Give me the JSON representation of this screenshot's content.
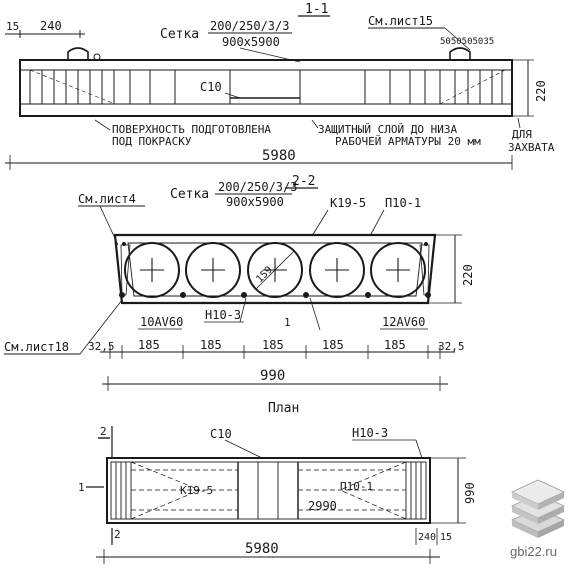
{
  "section_1": {
    "title": "1-1",
    "mesh_label": "Сетка",
    "mesh_spec_top": "200/250/3/3",
    "mesh_spec_bottom": "900x5900",
    "ref_sheet": "См.лист15",
    "end_dim_15": "15",
    "end_dim_240": "240",
    "spacing_note": "5050505035",
    "height_220": "220",
    "mesh_c10": "С10",
    "surface_note_1": "ПОВЕРХНОСТЬ ПОДГОТОВЛЕНА",
    "surface_note_2": "ПОД ПОКРАСКУ",
    "cover_note_1": "ЗАЩИТНЫЙ СЛОЙ ДО НИЗА",
    "cover_note_2": "РАБОЧЕЙ АРМАТУРЫ 20 мм",
    "grip_note_1": "ДЛЯ",
    "grip_note_2": "ЗАХВАТА",
    "length_5980": "5980"
  },
  "section_2": {
    "title": "2-2",
    "mesh_label": "Сетка",
    "mesh_spec_top": "200/250/3/3",
    "mesh_spec_bottom": "900x5900",
    "ref_sheet_4": "См.лист4",
    "k19_5": "К19-5",
    "p10_1": "П10-1",
    "height_220": "220",
    "dia_159": "159",
    "bar_left": "10AV60",
    "n10_3": "Н10-3",
    "mark_1": "1",
    "bar_right": "12AV60",
    "ref_sheet_18": "См.лист18",
    "dim_325_left": "32,5",
    "dims_185": [
      "185",
      "185",
      "185",
      "185",
      "185"
    ],
    "dim_325_right": "32,5",
    "width_990": "990"
  },
  "plan": {
    "title": "План",
    "mark_2_top": "2",
    "mesh_c10": "С10",
    "n10_3": "Н10-3",
    "mark_1_left": "1",
    "k19_5": "К19-5",
    "p10_1": "П10-1",
    "dim_2990": "2990",
    "width_990": "990",
    "mark_2_bottom": "2",
    "dim_240": "240",
    "dim_15": "15",
    "length_5980": "5980"
  },
  "watermark": {
    "text": "gbi22.ru",
    "logo_icon": "stacked-slabs-icon"
  }
}
